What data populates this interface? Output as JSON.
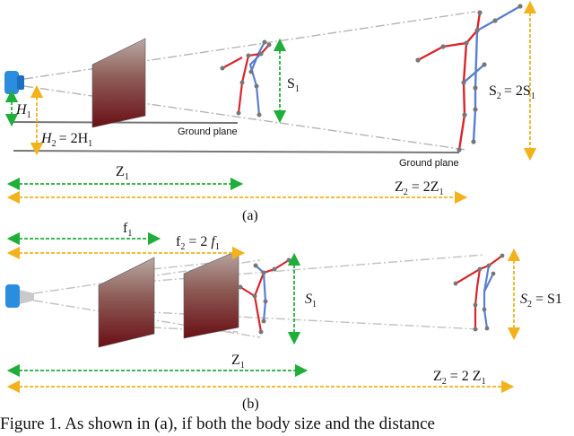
{
  "panel_a": {
    "label": "(a)",
    "h1": "H",
    "h1_sub": "1",
    "h2": "H",
    "h2_sub": "2",
    "h2_eq": "= 2H",
    "h2_eq_sub": "1",
    "s1": "S",
    "s1_sub": "1",
    "s2": "S",
    "s2_sub": "2",
    "s2_eq": "= 2S",
    "s2_eq_sub": "1",
    "ground_plane_1": "Ground plane",
    "ground_plane_2": "Ground plane",
    "z1": "Z",
    "z1_sub": "1",
    "z2": "Z",
    "z2_sub": "2",
    "z2_eq": " = 2Z",
    "z2_eq_sub": "1"
  },
  "panel_b": {
    "label": "(b)",
    "f1": "f",
    "f1_sub": "1",
    "f2": "f",
    "f2_sub": "2",
    "f2_eq": " = 2 ",
    "f2_eq_italic": "f",
    "f2_eq_sub": "1",
    "s1": "S",
    "s1_sub": "1",
    "s2": "S",
    "s2_sub": "2",
    "s2_eq": " = S1",
    "z1": "Z",
    "z1_sub": "1",
    "z2": "Z",
    "z2_sub": "2",
    "z2_eq": " = 2 Z",
    "z2_eq_sub": "1"
  },
  "caption": "Figure 1. As shown in (a), if both the body size and the distance",
  "colors": {
    "green": "#1fae3a",
    "orange": "#f2b21c",
    "red": "#d8262a",
    "blue": "#5b7fd0",
    "camera": "#2a8de0",
    "ray": "#b4b4b4"
  }
}
